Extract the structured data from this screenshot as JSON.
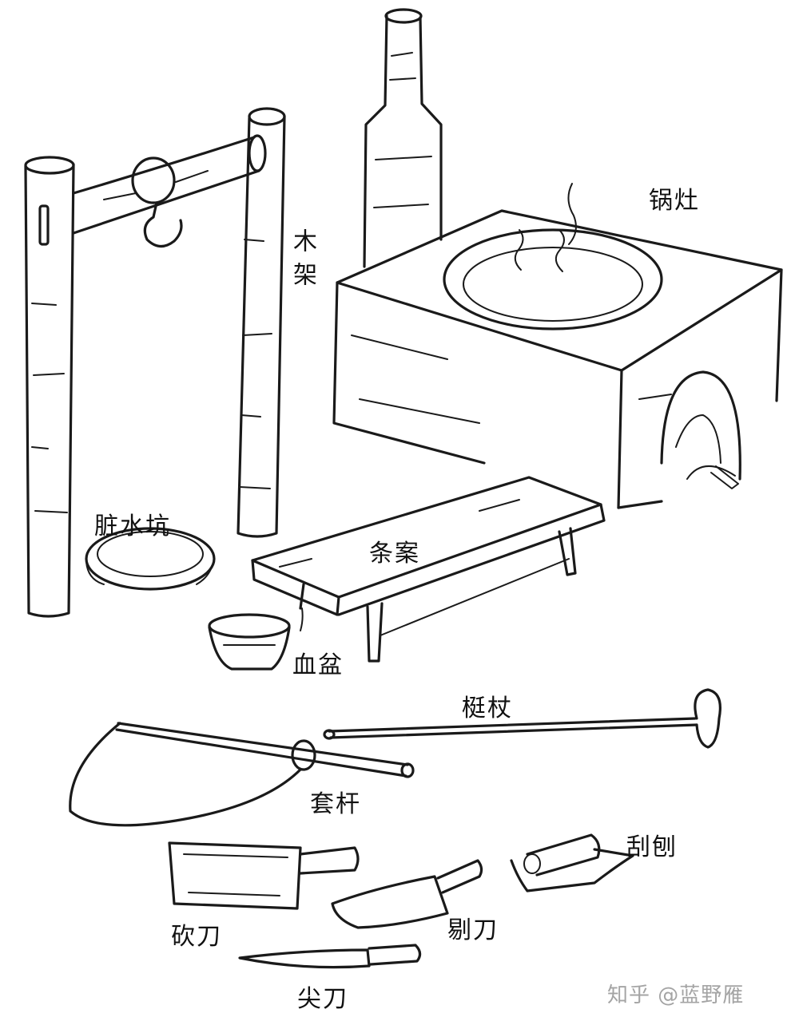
{
  "labels": {
    "wooden_frame": "木架",
    "stove": "锅灶",
    "dirty_water_pit": "脏水坑",
    "long_table": "条案",
    "blood_basin": "血盆",
    "poking_rod": "梃杖",
    "noose_pole": "套杆",
    "scraper": "刮刨",
    "chopping_knife": "砍刀",
    "skinning_knife": "剔刀",
    "pointed_knife": "尖刀"
  },
  "watermark": "知乎 @蓝野雁",
  "colors": {
    "ink": "#1a1a1a",
    "paper": "#ffffff"
  }
}
